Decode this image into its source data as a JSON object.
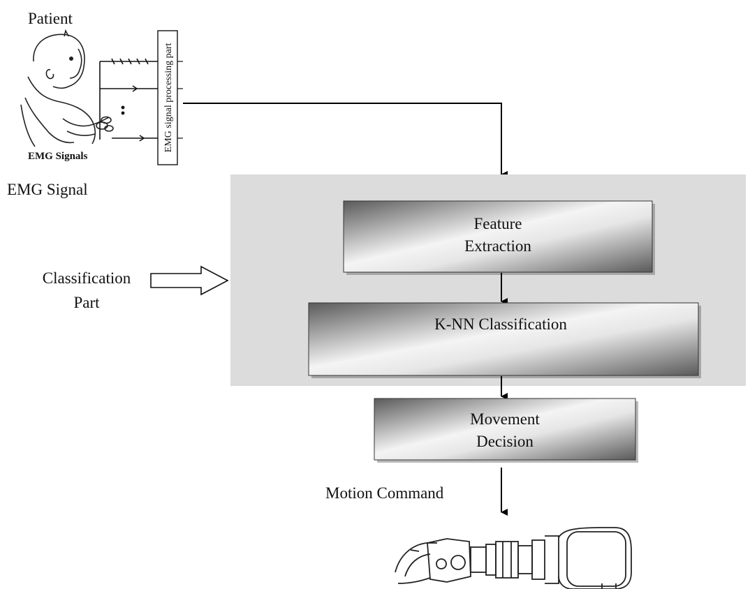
{
  "labels": {
    "patient": "Patient",
    "emg_signals_caption": "EMG Signals",
    "emg_processing": "EMG signal processing part",
    "emg_signal": "EMG Signal",
    "classification_line1": "Classification",
    "classification_line2": "Part",
    "motion_command": "Motion Command"
  },
  "blocks": {
    "feature_line1": "Feature",
    "feature_line2": "Extraction",
    "knn": "K-NN Classification",
    "movement_line1": "Movement",
    "movement_line2": "Decision"
  },
  "colors": {
    "panel": "#dcdcdc",
    "block_light": "#f2f2f2",
    "block_dark": "#555555"
  }
}
